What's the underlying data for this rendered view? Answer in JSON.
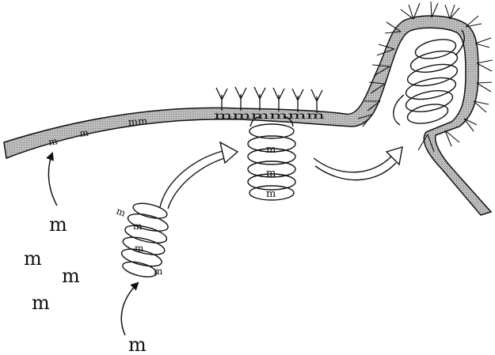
{
  "colors": {
    "membrane_fill": "#b4b4b4",
    "ink": "#111111",
    "background": "#ffffff"
  },
  "icons": [
    "curved-arrow-icon",
    "wide-arrow-icon",
    "bristle-icon",
    "helix-icon"
  ],
  "labels": {
    "free_m_1": "m",
    "free_m_2": "m",
    "free_m_3": "m",
    "free_m_4": "m",
    "free_m_5": "m"
  },
  "membrane_marks": {
    "left_m_1": "m",
    "left_m_2": "m",
    "left_mm": "mm",
    "mid_row": "mmmmmm"
  },
  "helix_marks": {
    "small_1": "m",
    "small_2": "m",
    "small_3": "m",
    "small_4": "m",
    "mid_1": "m",
    "mid_2": "m",
    "mid_3": "m"
  }
}
